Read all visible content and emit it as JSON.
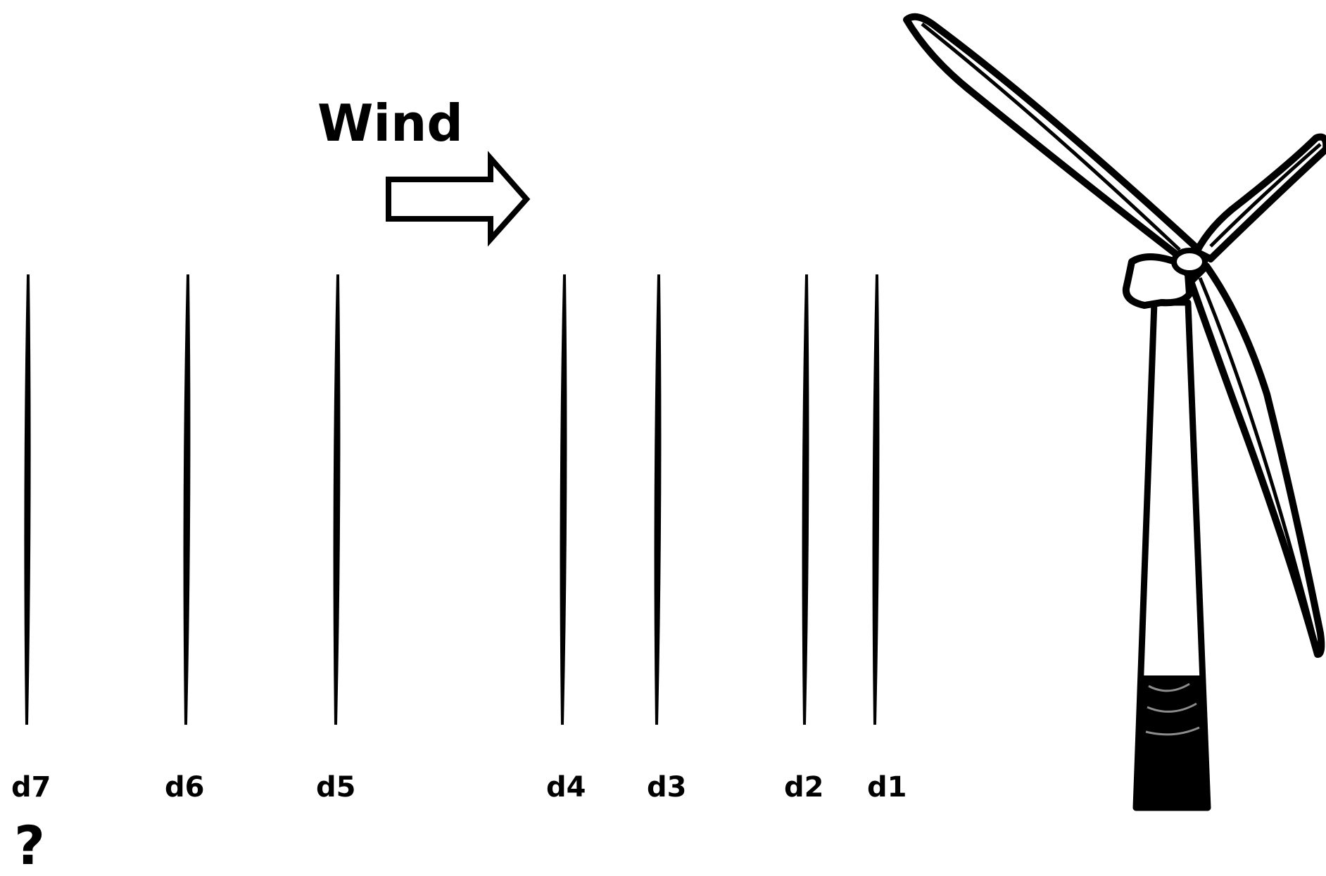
{
  "wind": {
    "label": "Wind",
    "direction": "right"
  },
  "distances": [
    {
      "id": "d7",
      "label": "d7"
    },
    {
      "id": "d6",
      "label": "d6"
    },
    {
      "id": "d5",
      "label": "d5"
    },
    {
      "id": "d4",
      "label": "d4"
    },
    {
      "id": "d3",
      "label": "d3"
    },
    {
      "id": "d2",
      "label": "d2"
    },
    {
      "id": "d1",
      "label": "d1"
    }
  ],
  "unknown_marker": "?",
  "colors": {
    "ink": "#000000",
    "background": "#ffffff"
  },
  "icons": [
    "arrow-right-icon",
    "wind-turbine-icon"
  ]
}
